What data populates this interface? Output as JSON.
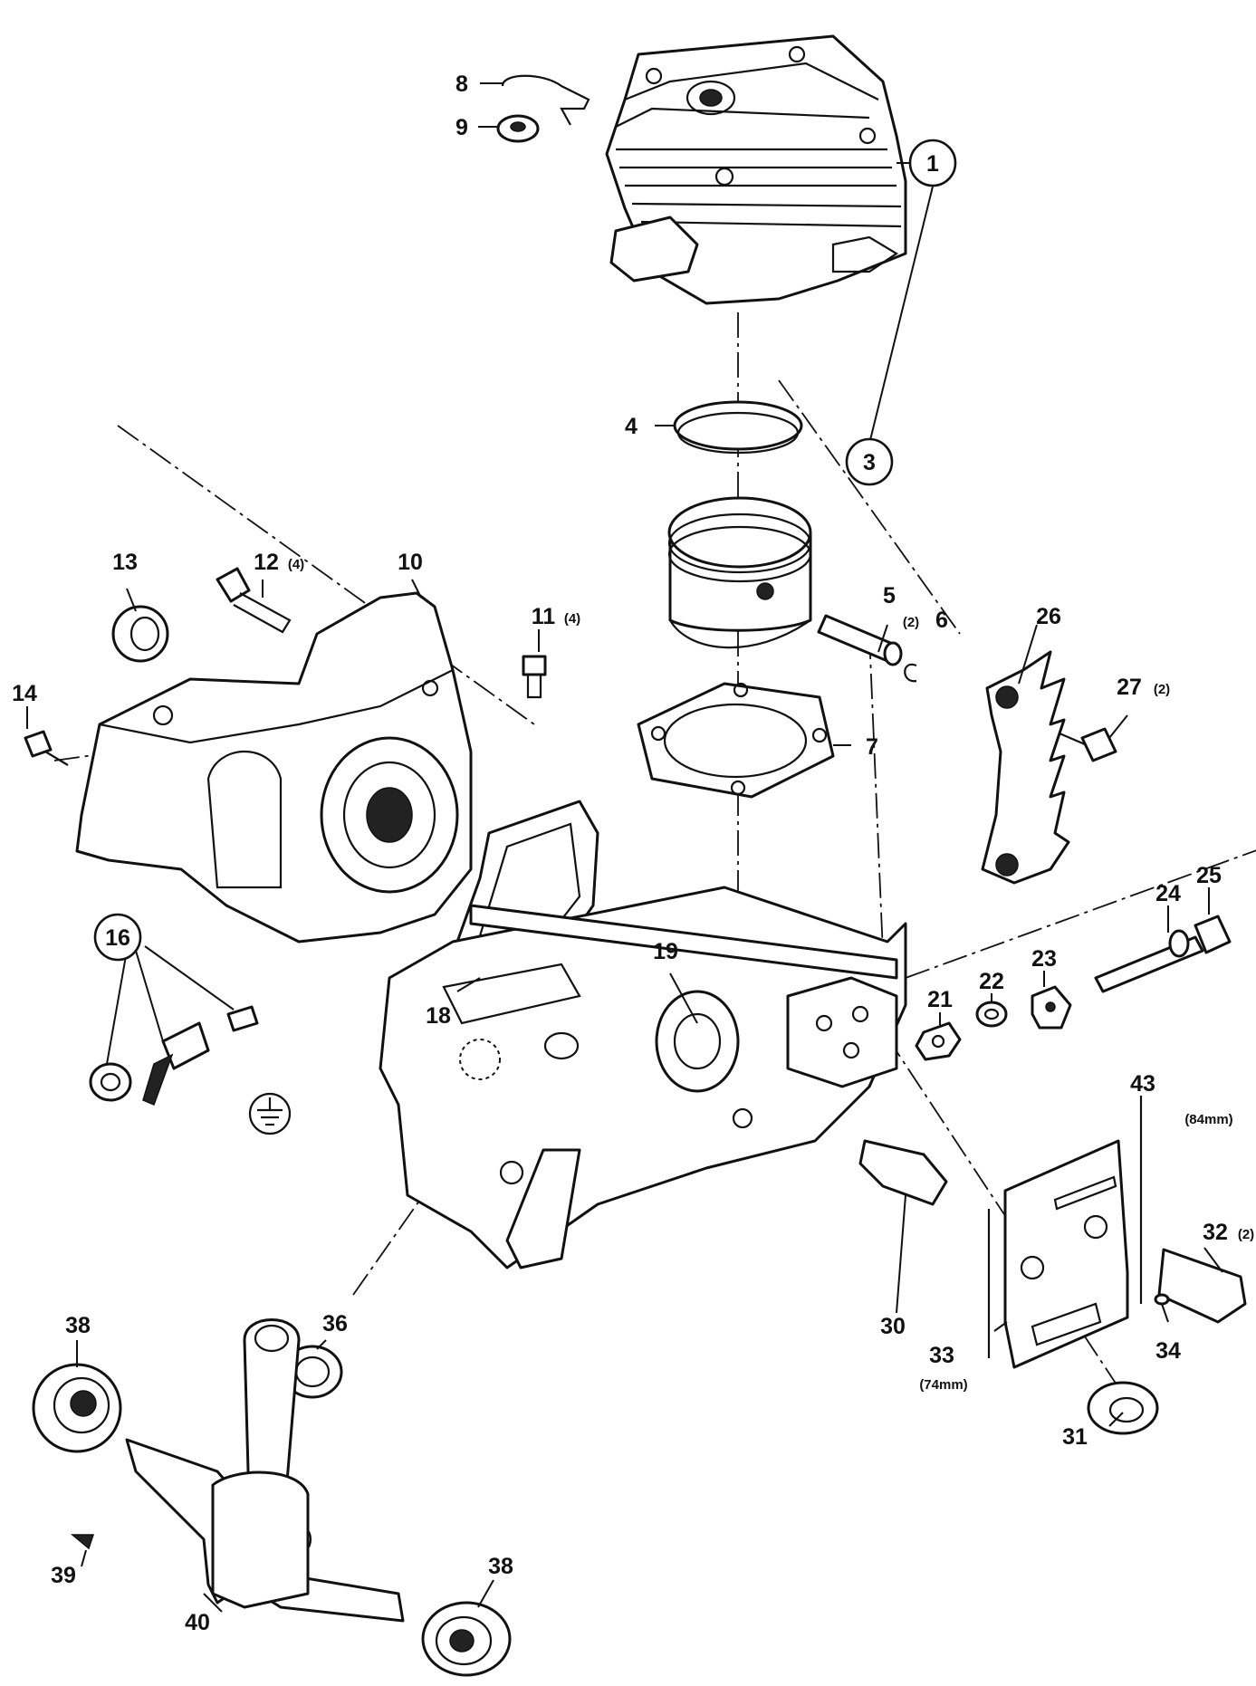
{
  "parts": [
    {
      "id": "p1",
      "num": "1"
    },
    {
      "id": "p3",
      "num": "3"
    },
    {
      "id": "p4",
      "num": "4"
    },
    {
      "id": "p5",
      "num": "5"
    },
    {
      "id": "p6",
      "num": "6",
      "qty": "(2)"
    },
    {
      "id": "p7",
      "num": "7"
    },
    {
      "id": "p8",
      "num": "8"
    },
    {
      "id": "p9",
      "num": "9"
    },
    {
      "id": "p10",
      "num": "10"
    },
    {
      "id": "p11",
      "num": "11",
      "qty": "(4)"
    },
    {
      "id": "p12",
      "num": "12",
      "qty": "(4)"
    },
    {
      "id": "p13",
      "num": "13"
    },
    {
      "id": "p14",
      "num": "14"
    },
    {
      "id": "p16",
      "num": "16"
    },
    {
      "id": "p18",
      "num": "18"
    },
    {
      "id": "p19",
      "num": "19"
    },
    {
      "id": "p21",
      "num": "21"
    },
    {
      "id": "p22",
      "num": "22"
    },
    {
      "id": "p23",
      "num": "23"
    },
    {
      "id": "p24",
      "num": "24"
    },
    {
      "id": "p25",
      "num": "25"
    },
    {
      "id": "p26",
      "num": "26"
    },
    {
      "id": "p27",
      "num": "27",
      "qty": "(2)"
    },
    {
      "id": "p30",
      "num": "30"
    },
    {
      "id": "p31",
      "num": "31"
    },
    {
      "id": "p32",
      "num": "32",
      "qty": "(2)"
    },
    {
      "id": "p33",
      "num": "33",
      "dim": "(74mm)"
    },
    {
      "id": "p34",
      "num": "34"
    },
    {
      "id": "p36",
      "num": "36"
    },
    {
      "id": "p38a",
      "num": "38"
    },
    {
      "id": "p38b",
      "num": "38"
    },
    {
      "id": "p39",
      "num": "39"
    },
    {
      "id": "p40",
      "num": "40"
    },
    {
      "id": "p43",
      "num": "43",
      "dim": "(84mm)"
    }
  ]
}
